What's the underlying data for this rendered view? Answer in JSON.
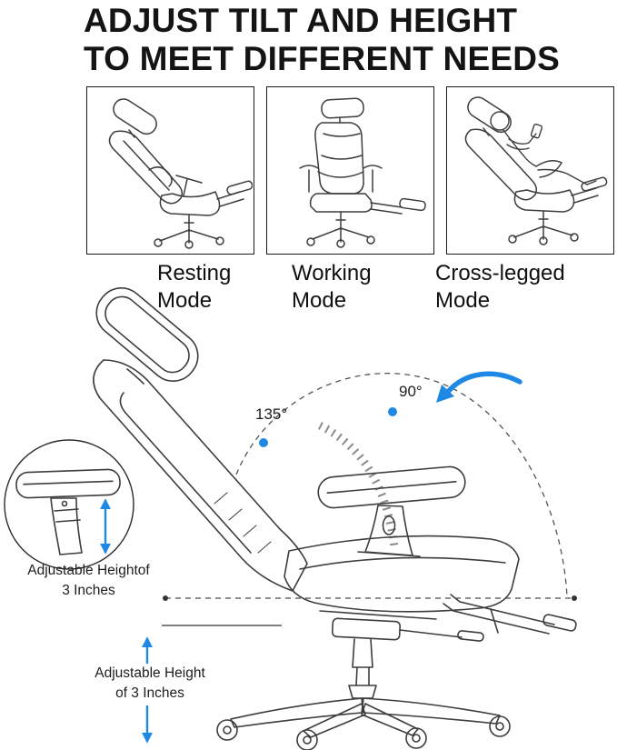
{
  "page": {
    "title_line1": "ADJUST TILT AND HEIGHT",
    "title_line2": "TO MEET DIFFERENT NEEDS"
  },
  "modes": [
    {
      "name": "resting",
      "label_line1": "Resting",
      "label_line2": "Mode"
    },
    {
      "name": "working",
      "label_line1": "Working",
      "label_line2": "Mode"
    },
    {
      "name": "cross_legged",
      "label_line1": "Cross-legged",
      "label_line2": "Mode"
    }
  ],
  "diagram": {
    "angle_recline_label": "135°",
    "angle_upright_label": "90°",
    "armrest_note_line1": "Adjustable Heightof",
    "armrest_note_line2": "3 Inches",
    "seat_note_line1": "Adjustable Height",
    "seat_note_line2": "of 3 Inches"
  },
  "colors": {
    "accent_blue": "#1E88E5",
    "line_art": "#3d3d3d",
    "text": "#141414",
    "background": "#ffffff"
  },
  "icons": {
    "resting_chair": "resting-chair-line-art",
    "working_chair": "working-chair-line-art",
    "cross_legged_chair": "cross-legged-person-in-chair-line-art",
    "main_chair": "office-chair-side-view-line-art",
    "tilt_arrow": "blue-curved-tilt-arrow",
    "armrest_inset": "armrest-zoom-circle-callout"
  }
}
